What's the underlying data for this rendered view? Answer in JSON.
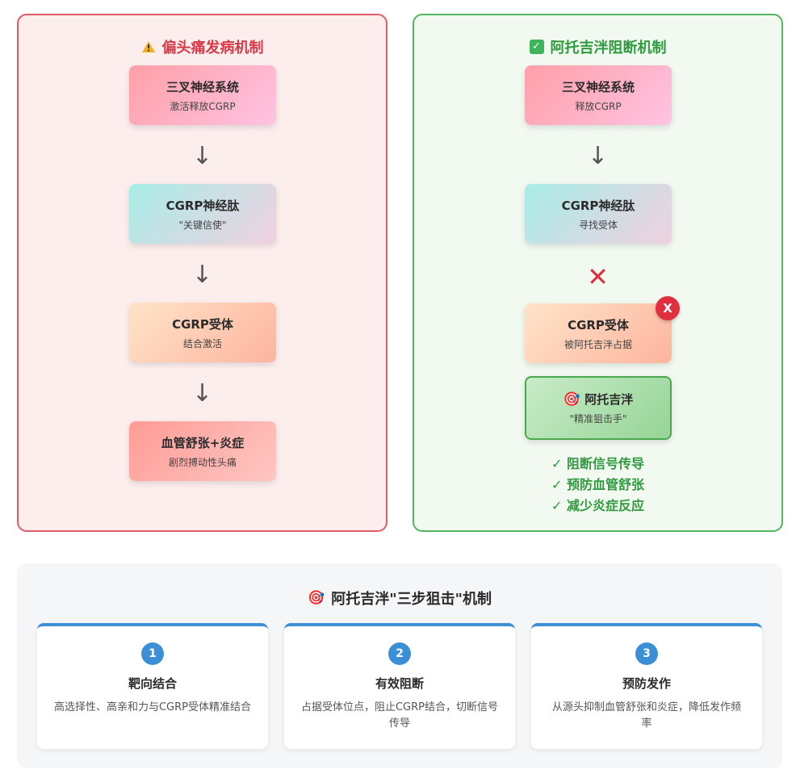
{
  "left_panel": {
    "title": "偏头痛发病机制",
    "boxes": [
      {
        "title": "三叉神经系统",
        "sub": "激活释放CGRP"
      },
      {
        "title": "CGRP神经肽",
        "sub": "\"关键信使\""
      },
      {
        "title": "CGRP受体",
        "sub": "结合激活"
      },
      {
        "title": "血管舒张+炎症",
        "sub": "剧烈搏动性头痛"
      }
    ],
    "arrow": "↓"
  },
  "right_panel": {
    "title": "阿托吉泮阻断机制",
    "title_icon": "✓",
    "boxes": [
      {
        "title": "三叉神经系统",
        "sub": "释放CGRP"
      },
      {
        "title": "CGRP神经肽",
        "sub": "寻找受体"
      },
      {
        "title": "CGRP受体",
        "sub": "被阿托吉泮占据"
      },
      {
        "title": "阿托吉泮",
        "sub": "\"精准狙击手\""
      }
    ],
    "arrow": "↓",
    "block_symbol": "✕",
    "badge": "X",
    "target_icon": "🎯",
    "benefits": [
      "✓ 阻断信号传导",
      "✓ 预防血管舒张",
      "✓ 减少炎症反应"
    ]
  },
  "bottom": {
    "title": "阿托吉泮\"三步狙击\"机制",
    "target_icon": "🎯",
    "cards": [
      {
        "num": "1",
        "title": "靶向结合",
        "desc": "高选择性、高亲和力与CGRP受体精准结合"
      },
      {
        "num": "2",
        "title": "有效阻断",
        "desc": "占据受体位点，阻止CGRP结合，切断信号传导"
      },
      {
        "num": "3",
        "title": "预防发作",
        "desc": "从源头抑制血管舒张和炎症，降低发作频率"
      }
    ]
  },
  "colors": {
    "left_accent": "#d83a4a",
    "right_accent": "#2f9a3e",
    "step_blue": "#3b8fd6",
    "block_red": "#e0303f"
  }
}
